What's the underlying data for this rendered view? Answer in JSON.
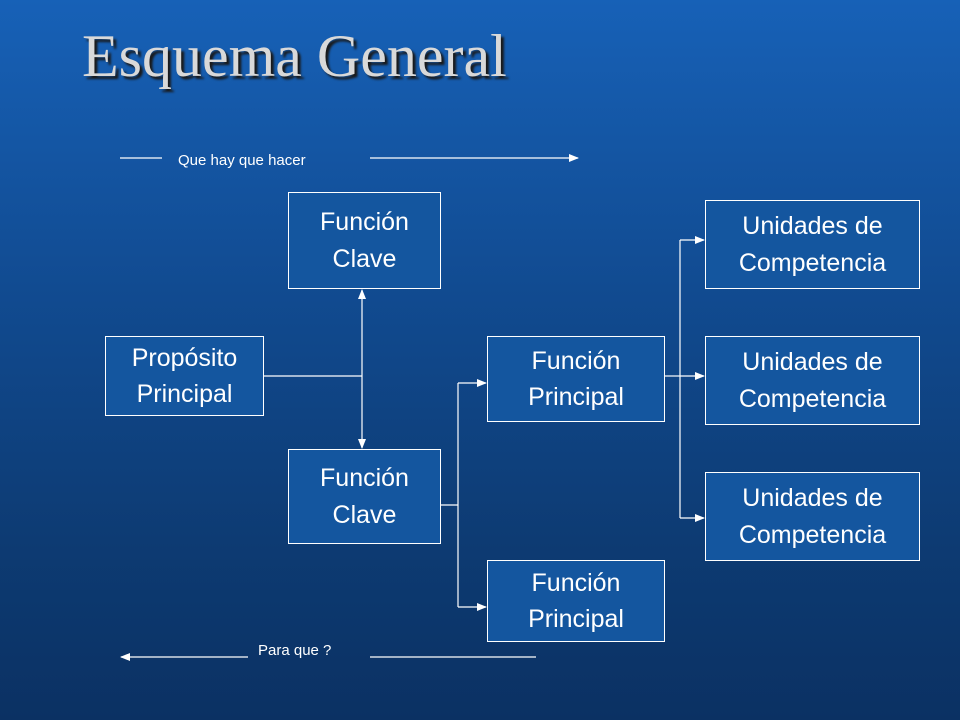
{
  "title": "Esquema General",
  "top_arrow_label": "Que hay que hacer",
  "bottom_arrow_label": "Para que ?",
  "boxes": {
    "proposito": {
      "line1": "Propósito",
      "line2": "Principal"
    },
    "funcion_clave_top": {
      "line1": "Función",
      "line2": "Clave"
    },
    "funcion_clave_bottom": {
      "line1": "Función",
      "line2": "Clave"
    },
    "funcion_principal_1": {
      "line1": "Función",
      "line2": "Principal"
    },
    "funcion_principal_2": {
      "line1": "Función",
      "line2": "Principal"
    },
    "unidades_1": {
      "line1": "Unidades de",
      "line2": "Competencia"
    },
    "unidades_2": {
      "line1": "Unidades de",
      "line2": "Competencia"
    },
    "unidades_3": {
      "line1": "Unidades de",
      "line2": "Competencia"
    }
  },
  "colors": {
    "background_top": "#1761b7",
    "background_bottom": "#0b3163",
    "box_fill": "#14569f",
    "lines": "#ffffff",
    "title": "#d9d9d9"
  }
}
